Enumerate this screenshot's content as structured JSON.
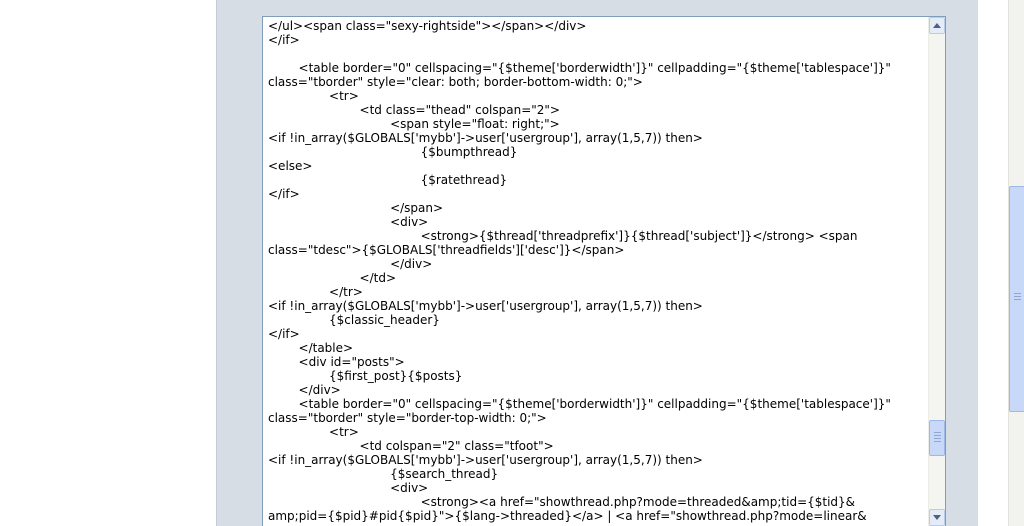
{
  "editor": {
    "lines": [
      "</ul><span class=\"sexy-rightside\"></span></div>",
      "</if>",
      "",
      "        <table border=\"0\" cellspacing=\"{$theme['borderwidth']}\" cellpadding=\"{$theme['tablespace']}\"",
      "class=\"tborder\" style=\"clear: both; border-bottom-width: 0;\">",
      "                <tr>",
      "                        <td class=\"thead\" colspan=\"2\">",
      "                                <span style=\"float: right;\">",
      "<if !in_array($GLOBALS['mybb']->user['usergroup'], array(1,5,7)) then>",
      "                                        {$bumpthread}",
      "<else>",
      "                                        {$ratethread}",
      "</if>",
      "                                </span>",
      "                                <div>",
      "                                        <strong>{$thread['threadprefix']}{$thread['subject']}</strong> <span",
      "class=\"tdesc\">{$GLOBALS['threadfields']['desc']}</span>",
      "                                </div>",
      "                        </td>",
      "                </tr>",
      "<if !in_array($GLOBALS['mybb']->user['usergroup'], array(1,5,7)) then>",
      "                {$classic_header}",
      "</if>",
      "        </table>",
      "        <div id=\"posts\">",
      "                {$first_post}{$posts}",
      "        </div>",
      "        <table border=\"0\" cellspacing=\"{$theme['borderwidth']}\" cellpadding=\"{$theme['tablespace']}\"",
      "class=\"tborder\" style=\"border-top-width: 0;\">",
      "                <tr>",
      "                        <td colspan=\"2\" class=\"tfoot\">",
      "<if !in_array($GLOBALS['mybb']->user['usergroup'], array(1,5,7)) then>",
      "                                {$search_thread}",
      "                                <div>",
      "                                        <strong><a href=\"showthread.php?mode=threaded&amp;tid={$tid}&",
      "amp;pid={$pid}#pid{$pid}\">{$lang->threaded}</a> | <a href=\"showthread.php?mode=linear&"
    ],
    "scroll_position": 0.88
  },
  "page": {
    "scroll_position": 0.62
  },
  "colors": {
    "panel": "#d6dde5",
    "editor_border": "#7f9db9",
    "scroll_thumb": "#c8d8f8"
  }
}
